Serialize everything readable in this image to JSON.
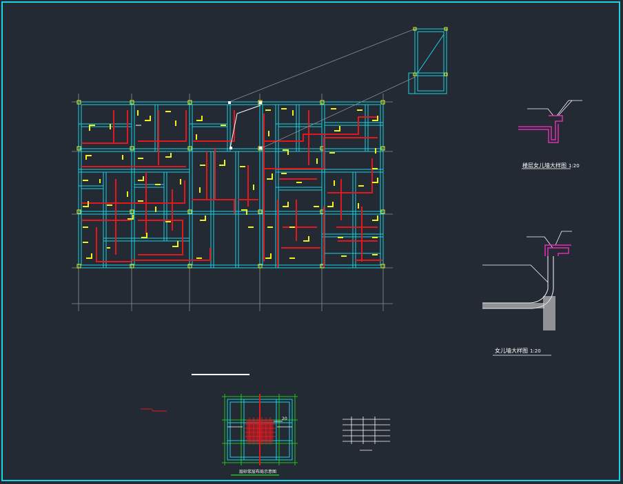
{
  "labels": {
    "roof_parapet_detail": {
      "title": "楼层女儿墙大样图",
      "scale": "1:20"
    },
    "parapet_detail": {
      "title": "女儿墙大样图",
      "scale": "1:20"
    },
    "detail_plan": {
      "title": "层砂浆层布局示意图"
    },
    "callout_dim": "20"
  },
  "colors": {
    "background": "#232a33",
    "frame": "#19d4e6",
    "grid": "#8a8f96",
    "wall": "#19d4e6",
    "pipe": "#e0181f",
    "fixture": "#f2f21c",
    "label": "#ffffff",
    "hatch": "#b10d54",
    "green": "#1ec41e"
  }
}
